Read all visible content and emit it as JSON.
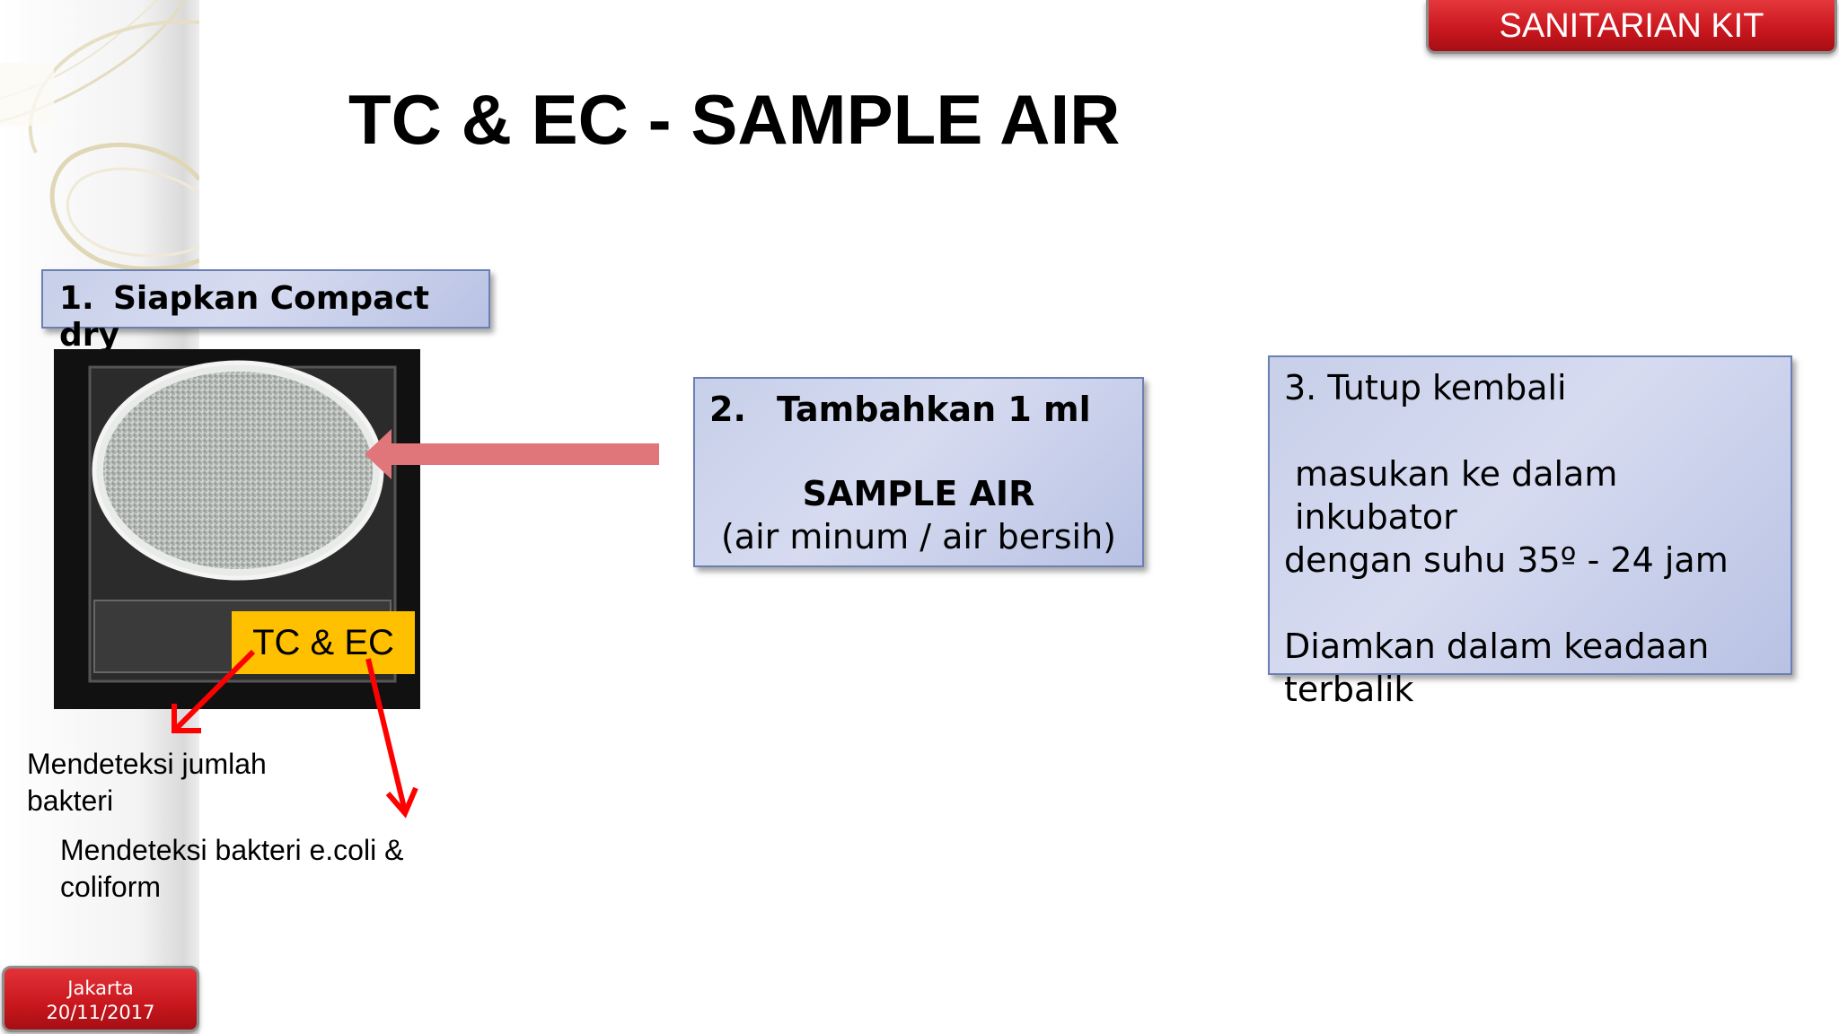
{
  "header": {
    "badge": "SANITARIAN KIT",
    "title": "TC & EC - SAMPLE AIR"
  },
  "steps": {
    "step1": {
      "number": "1.",
      "label": "Siapkan Compact dry"
    },
    "step2": {
      "number": "2.",
      "label": "Tambahkan 1 ml",
      "line2": "SAMPLE AIR",
      "line3": "(air minum / air bersih)"
    },
    "step3": {
      "line1": "3. Tutup kembali",
      "line2": "masukan ke dalam inkubator",
      "line3": "dengan suhu 35º - 24 jam",
      "line4": "Diamkan dalam keadaan",
      "line5": "terbalik"
    }
  },
  "photo": {
    "tag": "TC & EC"
  },
  "notes": {
    "note1_line1": "Mendeteksi jumlah",
    "note1_line2": "bakteri",
    "note2_line1": "Mendeteksi bakteri e.coli &",
    "note2_line2": "coliform"
  },
  "footer": {
    "city": "Jakarta",
    "date": "20/11/2017"
  },
  "colors": {
    "badge_red": "#c8161d",
    "box_fill": "#cdd4ee",
    "box_border": "#6b7fb3",
    "tag_yellow": "#ffc000",
    "arrow_pink": "#e0757a",
    "arrow_red": "#ff0000"
  }
}
